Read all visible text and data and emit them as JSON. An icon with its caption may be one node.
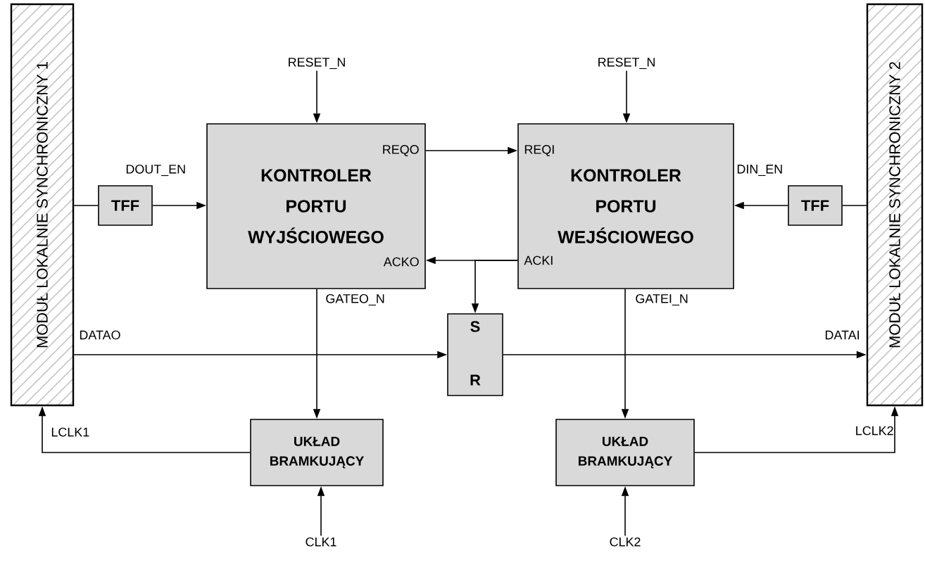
{
  "diagram": {
    "nodes": [
      {
        "text": [
          "MODUŁ LOKALNIE SYNCHRONICZNY 1"
        ]
      },
      {
        "text": [
          "TFF"
        ]
      },
      {
        "text": [
          "REQO",
          "KONTROLER PORTU WYJŚCIOWEGO",
          "ACKO"
        ]
      },
      {
        "text": [
          "REQI",
          "KONTROLER PORTU WEJŚCIOWEGO",
          "ACKI"
        ]
      },
      {
        "text": [
          "TFF"
        ]
      },
      {
        "text": [
          "MODUŁ LOKALNIE SYNCHRONICZNY 2"
        ]
      },
      {
        "text": [
          "S",
          "R"
        ]
      },
      {
        "text": [
          "UKŁAD BRAMKUJĄCY"
        ]
      },
      {
        "text": [
          "UKŁAD BRAMKUJĄCY"
        ]
      },
      {
        "text": [
          "RESET_N"
        ]
      },
      {
        "text": [
          "RESET_N"
        ]
      },
      {
        "text": [
          "CLK1"
        ]
      },
      {
        "text": [
          "CLK2"
        ]
      }
    ],
    "edges": [
      {
        "from": 0,
        "to": 1,
        "arrow": "none"
      },
      {
        "from": 1,
        "to": 2,
        "arrow": "to",
        "label": "DOUT_EN"
      },
      {
        "from": 9,
        "to": 2,
        "arrow": "to"
      },
      {
        "from": 2,
        "to": 3,
        "arrow": "to"
      },
      {
        "from": 3,
        "to": 2,
        "arrow": "to"
      },
      {
        "from": 3,
        "to": 6,
        "arrow": "to"
      },
      {
        "from": 10,
        "to": 3,
        "arrow": "to"
      },
      {
        "from": 5,
        "to": 4,
        "arrow": "none"
      },
      {
        "from": 4,
        "to": 3,
        "arrow": "to",
        "label": "DIN_EN"
      },
      {
        "from": 0,
        "to": 6,
        "arrow": "to",
        "label": "DATAO"
      },
      {
        "from": 6,
        "to": 5,
        "arrow": "to",
        "label": "DATAI"
      },
      {
        "from": 2,
        "to": 7,
        "arrow": "to",
        "label": "GATEO_N"
      },
      {
        "from": 3,
        "to": 8,
        "arrow": "to",
        "label": "GATEI_N"
      },
      {
        "from": 7,
        "to": 0,
        "arrow": "to",
        "label": "LCLK1"
      },
      {
        "from": 8,
        "to": 5,
        "arrow": "to",
        "label": "LCLK2"
      },
      {
        "from": 11,
        "to": 7,
        "arrow": "to"
      },
      {
        "from": 12,
        "to": 8,
        "arrow": "to"
      }
    ]
  }
}
